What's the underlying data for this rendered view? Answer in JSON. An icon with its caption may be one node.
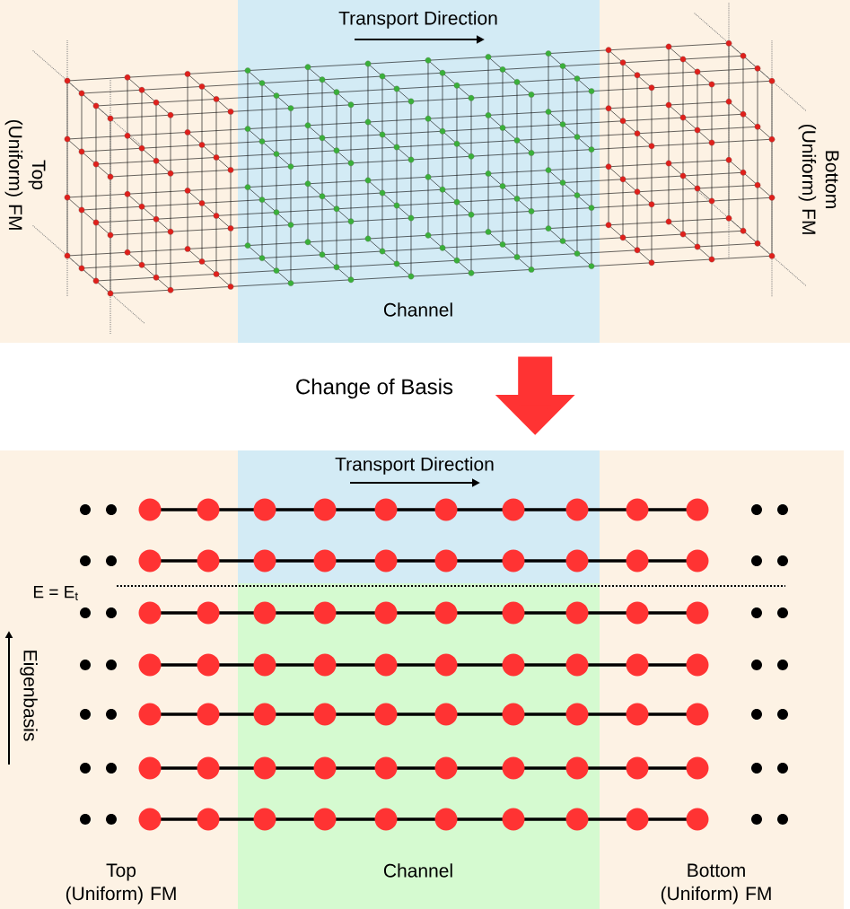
{
  "diagram": {
    "nodes": [
      {
        "text": [
          "Top (Uniform) FM"
        ]
      },
      {
        "text": [
          "Channel"
        ]
      },
      {
        "text": [
          "Bottom (Uniform) FM"
        ]
      },
      {
        "text": [
          "Top (Uniform) FM"
        ]
      },
      {
        "text": [
          "Channel"
        ]
      },
      {
        "text": [
          "Bottom (Uniform) FM"
        ]
      }
    ],
    "edges": [
      {
        "from": 1,
        "to": 4,
        "arrow": "to",
        "label": "Change of Basis",
        "color": "#ff3333"
      }
    ],
    "labels": [
      "Transport Direction",
      "Transport Direction",
      "E = E$_{t}$",
      "Eigenbasis"
    ]
  }
}
